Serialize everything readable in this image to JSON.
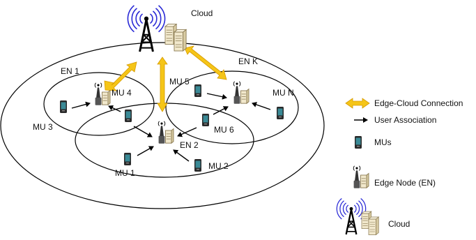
{
  "diagram": {
    "cloud_label": "Cloud",
    "edge_nodes": [
      {
        "id": "en1",
        "label": "EN 1"
      },
      {
        "id": "en2",
        "label": "EN 2"
      },
      {
        "id": "enk",
        "label": "EN K"
      }
    ],
    "mobile_users": [
      {
        "id": "mu1",
        "label": "MU 1"
      },
      {
        "id": "mu2",
        "label": "MU 2"
      },
      {
        "id": "mu3",
        "label": "MU 3"
      },
      {
        "id": "mu4",
        "label": "MU 4"
      },
      {
        "id": "mu5",
        "label": "MU 5"
      },
      {
        "id": "mu6",
        "label": "MU 6"
      },
      {
        "id": "mun",
        "label": "MU N"
      }
    ]
  },
  "legend": {
    "items": [
      {
        "icon": "edge-cloud-connection-arrow-icon",
        "label": "Edge-Cloud Connection"
      },
      {
        "icon": "user-association-arrow-icon",
        "label": "User Association"
      },
      {
        "icon": "mobile-user-icon",
        "label": "MUs"
      },
      {
        "icon": "edge-node-icon",
        "label": "Edge Node (EN)"
      },
      {
        "icon": "cloud-icon",
        "label": "Cloud"
      }
    ]
  },
  "colors": {
    "connection_fill": "#f5c518",
    "connection_stroke": "#d69a00",
    "antenna_wave": "#2b2bd6",
    "server_fill": "#f1e8cc",
    "server_stroke": "#8a7a52",
    "phone_body": "#2a2a2a",
    "phone_screen": "#3a8a96"
  }
}
